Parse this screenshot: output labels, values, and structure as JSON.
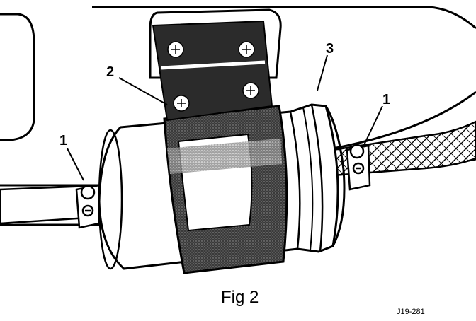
{
  "labels": {
    "callout_1_left": "1",
    "callout_2": "2",
    "callout_3": "3",
    "callout_1_right": "1"
  },
  "caption": "Fig 2",
  "reference_code": "J19-281",
  "colors": {
    "ink": "#000000",
    "paper": "#ffffff",
    "strap_dark": "#2a2a2a",
    "strap_mid": "#8a8a8a"
  }
}
